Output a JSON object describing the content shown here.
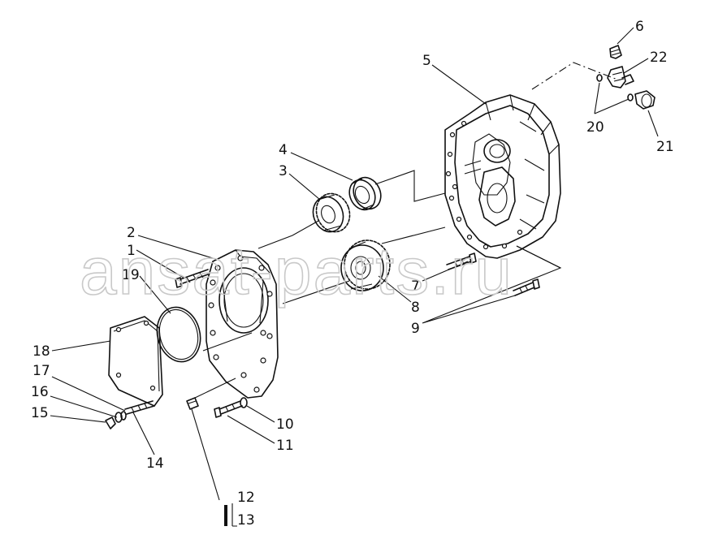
{
  "watermark": "ansat-parts.ru",
  "callouts": {
    "c1": "1",
    "c2": "2",
    "c3": "3",
    "c4": "4",
    "c5": "5",
    "c6": "6",
    "c7": "7",
    "c8": "8",
    "c9": "9",
    "c10": "10",
    "c11": "11",
    "c12": "12",
    "c13": "13",
    "c14": "14",
    "c15": "15",
    "c16": "16",
    "c17": "17",
    "c18": "18",
    "c19": "19",
    "c20": "20",
    "c21": "21",
    "c22": "22"
  }
}
